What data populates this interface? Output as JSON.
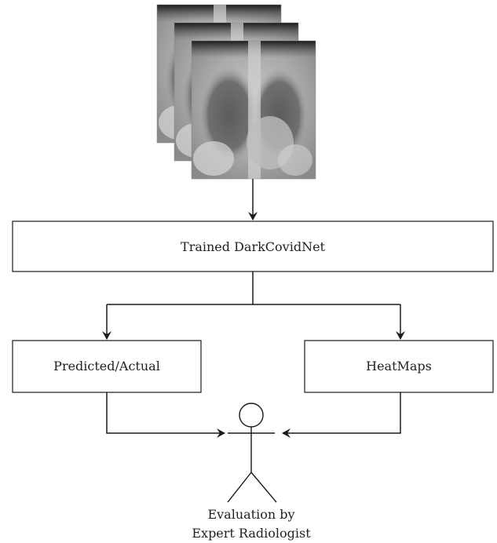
{
  "nodes": {
    "model": "Trained DarkCovidNet",
    "predicted": "Predicted/Actual",
    "heatmaps": "HeatMaps"
  },
  "evaluator": {
    "line1": "Evaluation by",
    "line2": "Expert Radiologist"
  },
  "input_images": {
    "icon": "chest-xray-stack-icon",
    "count": 3
  },
  "colors": {
    "stroke": "#1a1a1a",
    "box_fill": "#ffffff"
  }
}
